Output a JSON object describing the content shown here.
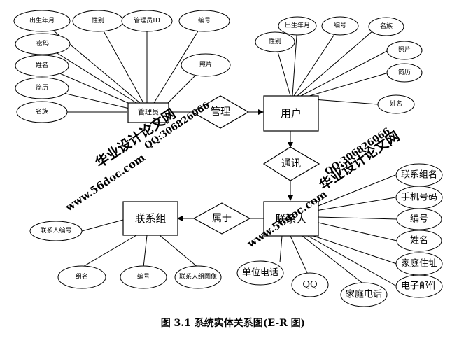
{
  "entities": [
    {
      "id": "admin",
      "label": "管理员"
    },
    {
      "id": "user",
      "label": "用户"
    },
    {
      "id": "contact",
      "label": "联系人"
    },
    {
      "id": "group",
      "label": "联系组"
    }
  ],
  "relationships": [
    {
      "id": "manage",
      "label": "管理"
    },
    {
      "id": "comm",
      "label": "通讯"
    },
    {
      "id": "belong",
      "label": "属于"
    }
  ],
  "attributes": {
    "admin": [
      "出生年月",
      "性别",
      "管理员ID",
      "编号",
      "密码",
      "姓名",
      "简历",
      "名族",
      "照片"
    ],
    "user": [
      "性别",
      "出生年月",
      "编号",
      "名族",
      "照片",
      "简历",
      "姓名"
    ],
    "contact": [
      "联系组名",
      "手机号码",
      "编号",
      "姓名",
      "家庭住址",
      "电子邮件",
      "单位电话",
      "QQ",
      "家庭电话"
    ],
    "group": [
      "联系人编号",
      "组名",
      "编号",
      "联系人组图像"
    ]
  },
  "watermarks": [
    "华业设计论文网",
    "www.56doc.com",
    "QQ:306826066"
  ],
  "caption": "图 3.1 系统实体关系图(E-R 图)"
}
